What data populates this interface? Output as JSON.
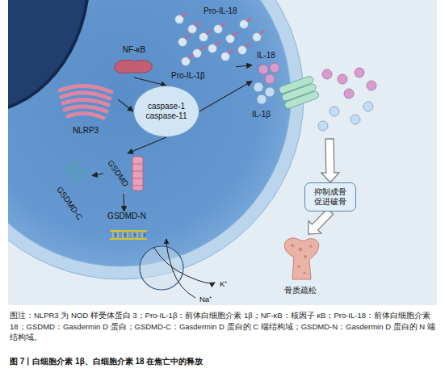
{
  "diagram": {
    "title": "图 7丨白细胞介素 1β、白细胞介素 18 在焦亡中的释放",
    "caption": "图注：NLPR3 为 NOD 样受体蛋白 3；Pro-IL-1β：前体白细胞介素 1β；NF-κB：核因子 κB；Pro-IL-18：前体白细胞介素 18；GSDMD：Gasdermin D 蛋白；GSDMD-C：Gasdermin D 蛋白的 C 端结构域；GSDMD-N：Gasdermin D 蛋白的 N 端结构域。",
    "nodes": [
      {
        "text": [
          "NF-κB"
        ]
      },
      {
        "text": [
          "NLRP3"
        ]
      },
      {
        "text": [
          "caspase-1",
          "caspase-11"
        ]
      },
      {
        "text": [
          "GSDMD"
        ]
      },
      {
        "text": [
          "GSDMD-C"
        ]
      },
      {
        "text": [
          "GSDMD-N"
        ]
      },
      {
        "text": [
          "Pro-IL-18",
          "Pro-IL-1β"
        ]
      },
      {
        "text": [
          "IL-18",
          "IL-1β"
        ]
      },
      {
        "text": [
          "抑制成骨 促进破骨"
        ]
      },
      {
        "text": [
          "骨质疏松"
        ]
      }
    ],
    "edges": [
      {
        "from": 0,
        "to": 2,
        "arrow": "to"
      },
      {
        "from": 1,
        "to": 2,
        "arrow": "to"
      },
      {
        "from": 2,
        "to": 7,
        "arrow": "to"
      },
      {
        "from": 6,
        "to": 7,
        "arrow": "to"
      },
      {
        "from": 2,
        "to": 3,
        "arrow": "to"
      },
      {
        "from": 3,
        "to": 4,
        "arrow": "to"
      },
      {
        "from": 3,
        "to": 5,
        "arrow": "to"
      },
      {
        "from": 7,
        "to": 8,
        "arrow": "to"
      },
      {
        "from": 8,
        "to": 9,
        "arrow": "to"
      }
    ],
    "labels": [
      "K⁺",
      "Na⁺"
    ]
  }
}
